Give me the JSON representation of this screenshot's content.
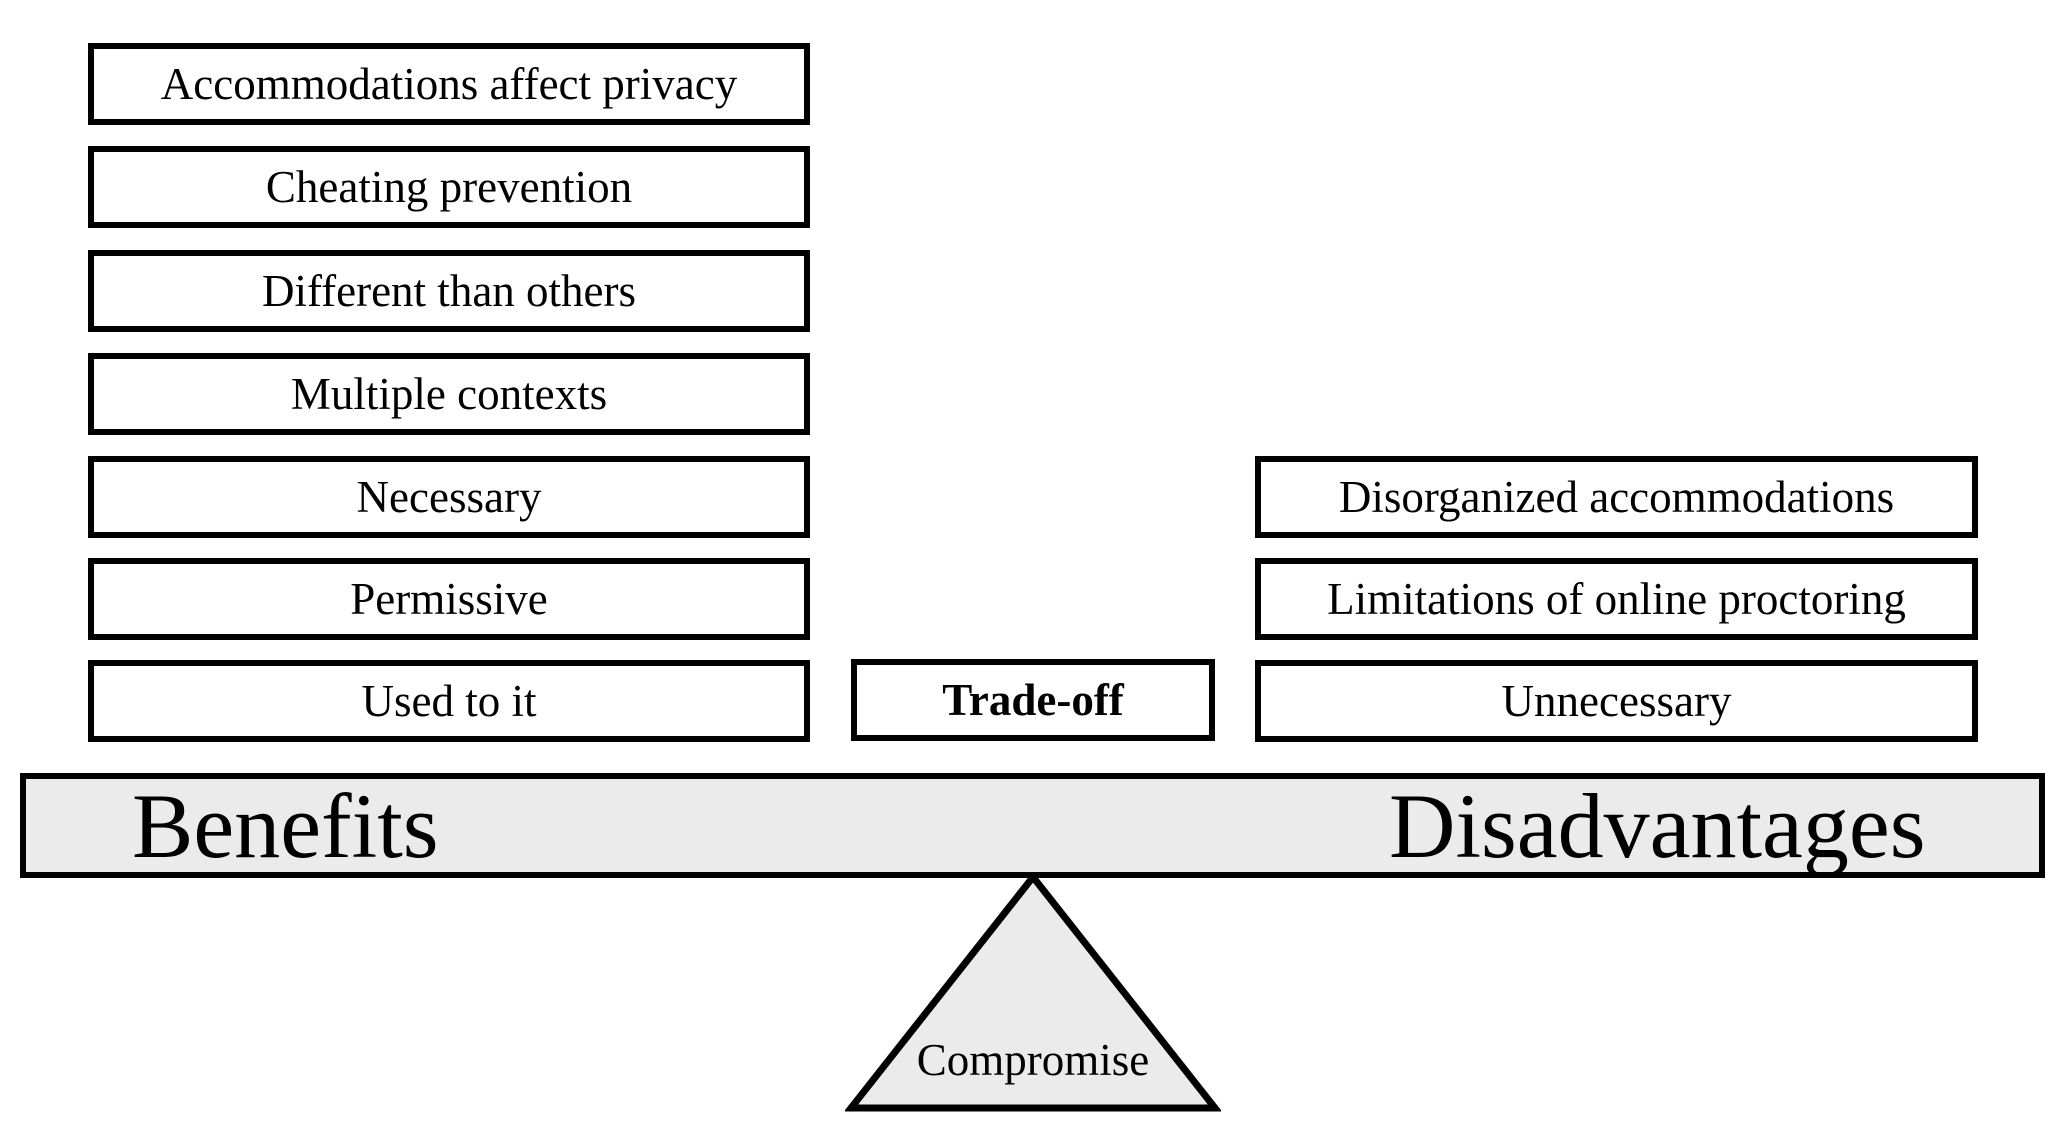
{
  "benefits": {
    "items": [
      "Accommodations affect privacy",
      "Cheating prevention",
      "Different than others",
      "Multiple contexts",
      "Necessary",
      "Permissive",
      "Used to it"
    ]
  },
  "disadvantages": {
    "items": [
      "Disorganized accommodations",
      "Limitations of online proctoring",
      "Unnecessary"
    ]
  },
  "center": {
    "trade_off": "Trade-off"
  },
  "beam": {
    "left_label": "Benefits",
    "right_label": "Disadvantages"
  },
  "fulcrum": {
    "label": "Compromise"
  },
  "colors": {
    "border": "#000000",
    "fill": "#ebebeb",
    "box_fill": "#ffffff"
  }
}
